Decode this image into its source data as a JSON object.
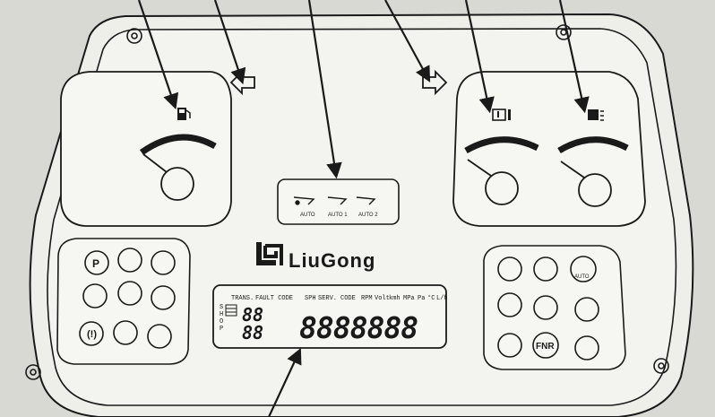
{
  "brand": {
    "name": "LiuGong"
  },
  "transmission_panel": {
    "modes": [
      "AUTO",
      "AUTO 1",
      "AUTO 2"
    ]
  },
  "lcd": {
    "labels": [
      "TRANS.",
      "FAULT CODE",
      "SPH",
      "SERV.",
      "CODE",
      "RPM",
      "Volt",
      "kmh",
      "MPa",
      "Pa",
      "°C",
      "L/h"
    ],
    "side_letters": [
      "S",
      "H",
      "O",
      "P"
    ],
    "left_digits": "88",
    "left_digits_2": "88",
    "main_digits": "8888888"
  },
  "right_panel": {
    "auto_label": "AUTO",
    "fnr_label": "FNR"
  },
  "icons": {
    "fuel": "fuel-gauge-icon",
    "oil_temp": "oil-temperature-icon",
    "coolant_temp": "coolant-temperature-icon"
  },
  "colors": {
    "background": "#d9d9d4",
    "panel_fill": "#f3f3ef",
    "ink": "#1a1a1a"
  }
}
